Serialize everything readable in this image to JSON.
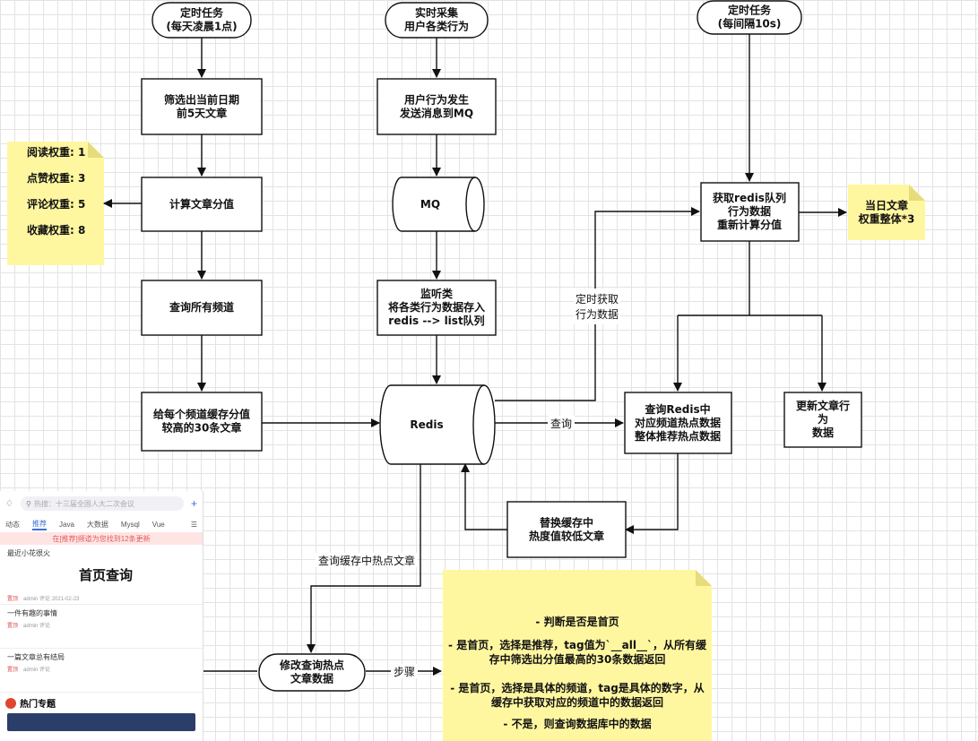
{
  "boxes": {
    "timer1": "定时任务\n(每天凌晨1点)",
    "realtime": "实时采集\n用户各类行为",
    "timer2": "定时任务\n(每间隔10s)",
    "filter": "筛选出当前日期\n前5天文章",
    "calc": "计算文章分值",
    "channels": "查询所有频道",
    "cache": "给每个频道缓存分值\n较高的30条文章",
    "user_action": "用户行为发生\n发送消息到MQ",
    "mq": "MQ",
    "listener": "监听类\n将各类行为数据存入\nredis  --> list队列",
    "redis": "Redis",
    "get_redis": "获取redis队列\n行为数据\n重新计算分值",
    "query_redis": "查询Redis中\n对应频道热点数据\n整体推荐热点数据",
    "update_article": "更新文章行\n为\n数据",
    "replace": "替换缓存中\n热度值较低文章",
    "modify": "修改查询热点\n文章数据"
  },
  "notes": {
    "weights": [
      "阅读权重: 1",
      "点赞权重: 3",
      "评论权重: 5",
      "收藏权重: 8"
    ],
    "today": "当日文章\n权重整体*3",
    "steps": [
      "- 判断是否是首页",
      "- 是首页，选择是推荐，tag值为`__all__`，从所有缓\n存中筛选出分值最高的30条数据返回",
      "- 是首页，选择是具体的频道，tag是具体的数字，从\n缓存中获取对应的频道中的数据返回",
      "- 不是，则查询数据库中的数据"
    ]
  },
  "edge_labels": {
    "timed_fetch": "定时获取\n行为数据",
    "query": "查询",
    "query_cache": "查询缓存中热点文章",
    "steps": "步骤"
  },
  "phone": {
    "search_placeholder": "热搜：十三届全国人大二次会议",
    "tabs": [
      "动态",
      "推荐",
      "Java",
      "大数据",
      "Mysql",
      "Vue"
    ],
    "banner": "在[推荐]频道为您找到12条更新",
    "items": [
      {
        "title": "最近小花很火",
        "tag": "置顶",
        "author": "admin",
        "comment": "评论",
        "date": "2021-02-23"
      },
      {
        "title": "一件有趣的事情",
        "tag": "置顶",
        "author": "admin",
        "comment": "评论",
        "date": ""
      },
      {
        "title": "一篇文章总有结局",
        "tag": "置顶",
        "author": "admin",
        "comment": "评论",
        "date": ""
      }
    ],
    "hot_title": "热门专题",
    "overlay": "首页查询"
  }
}
